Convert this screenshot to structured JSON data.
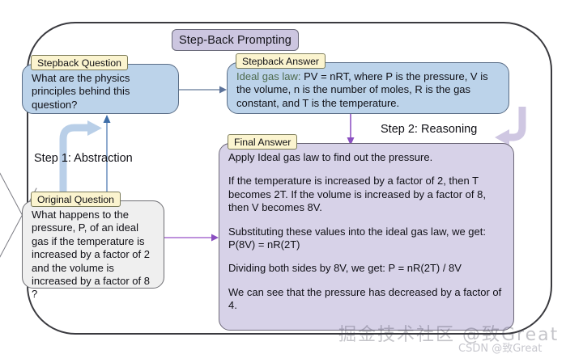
{
  "diagram": {
    "title": "Step-Back Prompting",
    "watermarks": {
      "primary": "掘金技术社区 @致Great",
      "secondary": "CSDN @致Great"
    },
    "colors": {
      "title_chip_bg": "#ccc6e0",
      "tag_bg": "#fbf4cf",
      "question_box_bg": "#bcd3ea",
      "original_box_bg": "#efefef",
      "answer_box_bg": "#d7d2e8",
      "blue_arrow": "#6d86ad",
      "purple_arrow": "#8a4fc0",
      "loop_blue": "#b9cfe8",
      "loop_purple": "#cfc7e2",
      "frame": "#3a3a3f"
    },
    "nodes": {
      "stepback_question": {
        "tag": "Stepback Question",
        "text": "What are the physics principles behind this question?"
      },
      "stepback_answer": {
        "tag": "Stepback Answer",
        "lead": "Ideal gas law:",
        "text": " PV = nRT, where P is the pressure, V is the volume, n is the number of moles, R is the gas constant, and T is the temperature."
      },
      "original_question": {
        "tag": "Original Question",
        "text": "What happens to the pressure, P, of an ideal gas if the temperature is increased by a factor of 2 and the volume is increased by a factor of 8 ?"
      },
      "final_answer": {
        "tag": "Final Answer",
        "paragraphs": [
          "Apply Ideal gas law to find out the pressure.",
          "If the temperature is increased by a factor of 2, then T becomes 2T. If the volume is increased by a factor of 8, then V becomes 8V.",
          "Substituting these values into the ideal gas law, we get: P(8V) = nR(2T)",
          "Dividing both sides by 8V, we get: P = nR(2T) / 8V",
          "We can see that the pressure has decreased by a factor of 4."
        ]
      }
    },
    "steps": {
      "step1": "Step 1: Abstraction",
      "step2": "Step 2: Reasoning"
    }
  }
}
